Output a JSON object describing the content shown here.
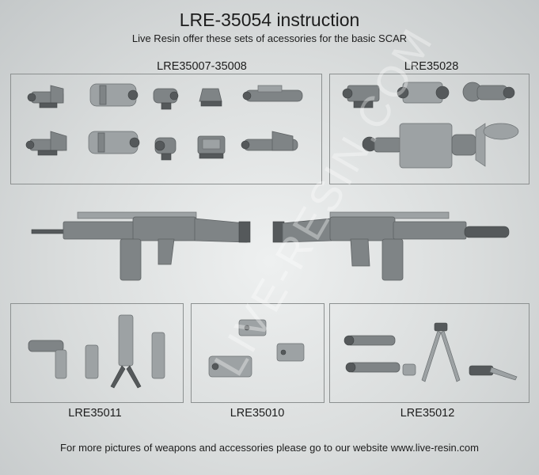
{
  "header": {
    "title": "LRE-35054 instruction",
    "subtitle": "Live Resin offer these sets of acessories for the basic SCAR"
  },
  "panels": {
    "optics": "LRE35007-35008",
    "night_sights": "LRE35028",
    "grips": "LRE35011",
    "laser_modules": "LRE35010",
    "lights_bipods": "LRE35012"
  },
  "footer": {
    "text": "For more pictures of weapons and accessories please go to our website www.live-resin.com"
  },
  "watermark": "LIVE-RESIN.COM"
}
